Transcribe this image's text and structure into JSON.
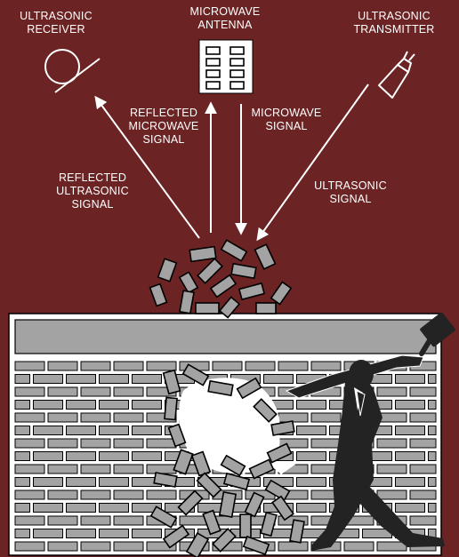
{
  "colors": {
    "background": "#6b2323",
    "wall": "#ffffff",
    "brick": "#a3a3a3",
    "outline": "#000000",
    "figure": "#232323",
    "text": "#ffffff"
  },
  "labels": {
    "ultrasonic_receiver": [
      "ULTRASONIC",
      "RECEIVER"
    ],
    "microwave_antenna": [
      "MICROWAVE",
      "ANTENNA"
    ],
    "ultrasonic_transmitter": [
      "ULTRASONIC",
      "TRANSMITTER"
    ],
    "reflected_microwave_signal": [
      "REFLECTED",
      "MICROWAVE",
      "SIGNAL"
    ],
    "microwave_signal": [
      "MICROWAVE",
      "SIGNAL"
    ],
    "reflected_ultrasonic_signal": [
      "REFLECTED",
      "ULTRASONIC",
      "SIGNAL"
    ],
    "ultrasonic_signal": [
      "ULTRASONIC",
      "SIGNAL"
    ]
  },
  "icons": {
    "receiver": "ultrasonic-receiver-icon",
    "antenna": "microwave-antenna-icon",
    "transmitter": "ultrasonic-transmitter-icon",
    "figure": "man-with-sledgehammer-icon"
  }
}
